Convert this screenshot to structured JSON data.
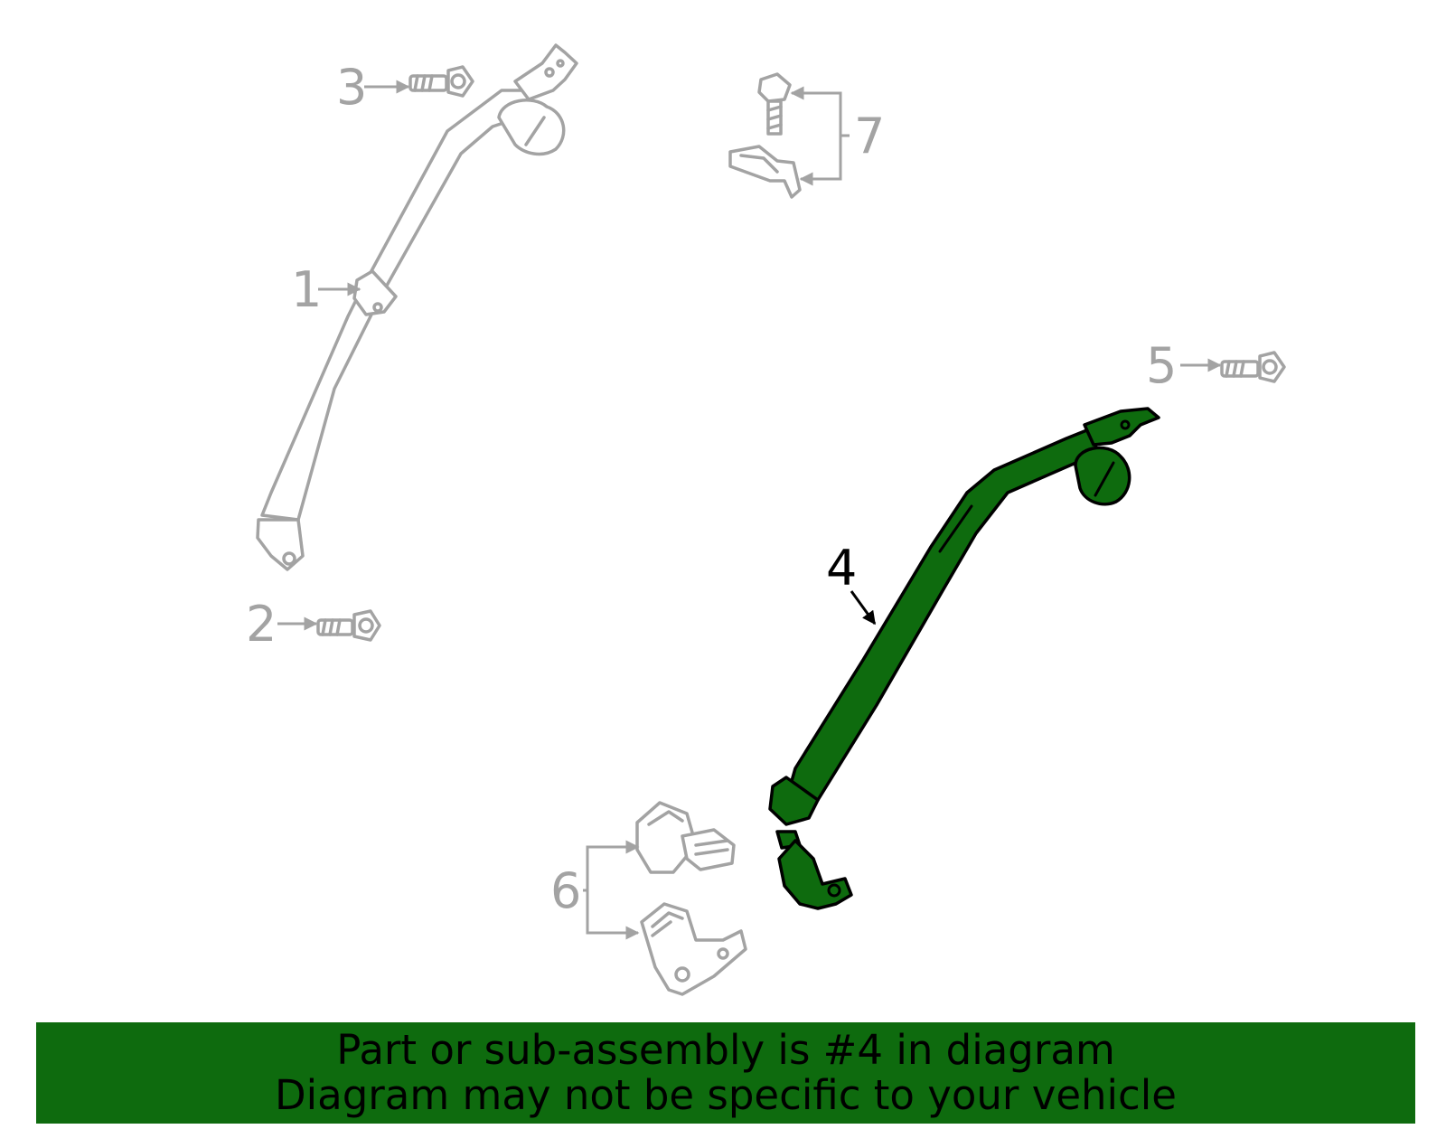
{
  "colors": {
    "highlight": "#0e6b0e",
    "inactive": "#a3a3a3",
    "banner_bg": "#0e6b0e",
    "banner_text": "#000000"
  },
  "callouts": [
    {
      "id": "1",
      "label": "1",
      "highlighted": false
    },
    {
      "id": "2",
      "label": "2",
      "highlighted": false
    },
    {
      "id": "3",
      "label": "3",
      "highlighted": false
    },
    {
      "id": "4",
      "label": "4",
      "highlighted": true
    },
    {
      "id": "5",
      "label": "5",
      "highlighted": false
    },
    {
      "id": "6",
      "label": "6",
      "highlighted": false
    },
    {
      "id": "7",
      "label": "7",
      "highlighted": false
    }
  ],
  "banner": {
    "line1": "Part or sub-assembly is #4 in diagram",
    "line2": "Diagram may not be specific to your vehicle"
  }
}
